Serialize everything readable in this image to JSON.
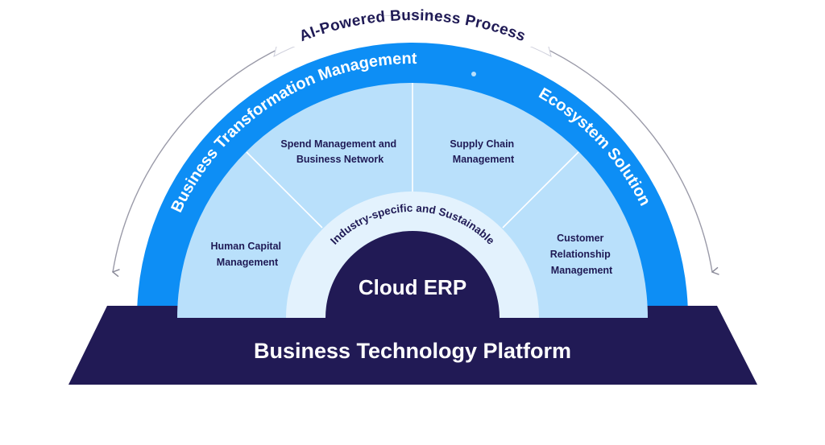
{
  "title_arc": "AI-Powered Business Process",
  "outer_ring": {
    "left": "Business Transformation Management",
    "right": "Ecosystem Solution"
  },
  "segments": [
    {
      "lines": [
        "Human Capital",
        "Management"
      ]
    },
    {
      "lines": [
        "Spend Management and",
        "Business Network"
      ]
    },
    {
      "lines": [
        "Supply Chain",
        "Management"
      ]
    },
    {
      "lines": [
        "Customer",
        "Relationship",
        "Management"
      ]
    }
  ],
  "inner_ring": "Industry-specific and Sustainable",
  "core": "Cloud ERP",
  "platform": "Business Technology Platform",
  "colors": {
    "navy": "#211a55",
    "blue": "#0d8ef5",
    "light_blue": "#b9e0fb",
    "pale_blue": "#e3f2fd"
  }
}
